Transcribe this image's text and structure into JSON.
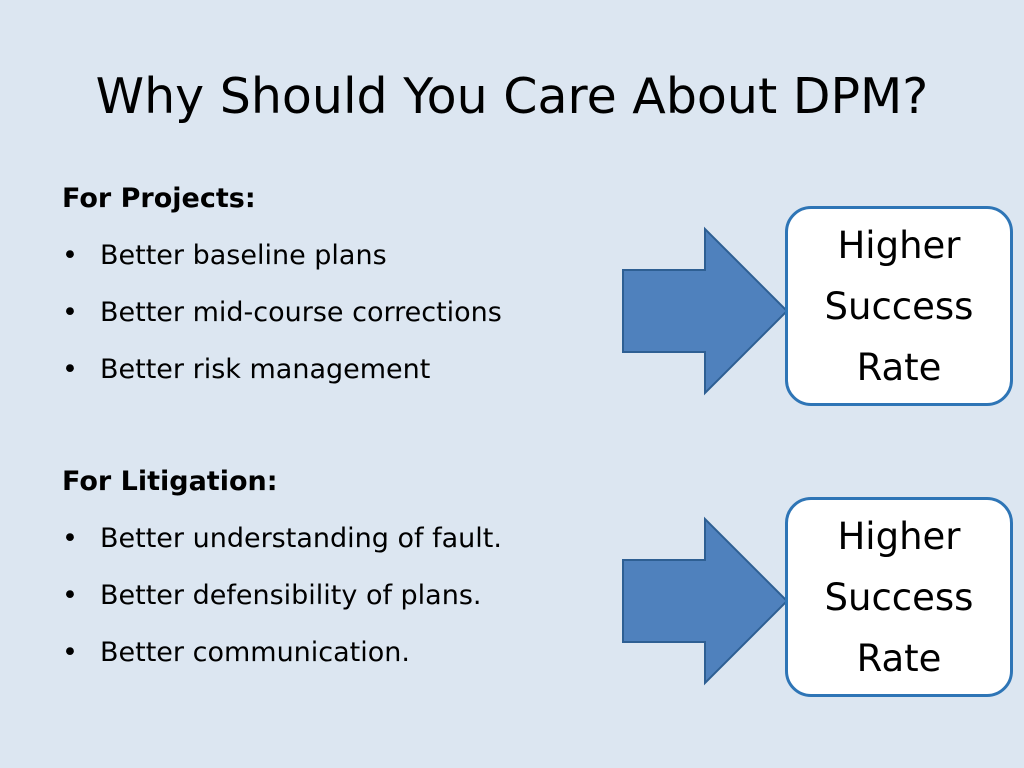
{
  "slide": {
    "title": "Why Should You Care About DPM?",
    "projects": {
      "heading": "For Projects:",
      "items": [
        "Better baseline plans",
        "Better mid-course corrections",
        "Better risk management"
      ]
    },
    "litigation": {
      "heading": "For Litigation:",
      "items": [
        "Better understanding of fault.",
        "Better defensibility of plans.",
        "Better communication."
      ]
    },
    "result_1": {
      "line1": "Higher",
      "line2": "Success",
      "line3": "Rate"
    },
    "result_2": {
      "line1": "Higher",
      "line2": "Success",
      "line3": "Rate"
    }
  },
  "colors": {
    "background": "#dce6f1",
    "arrow_fill": "#4f81bd",
    "arrow_stroke": "#2e5f93",
    "box_border": "#2e75b6",
    "box_fill": "#ffffff"
  },
  "icons": {
    "arrow": "right-arrow-icon"
  }
}
